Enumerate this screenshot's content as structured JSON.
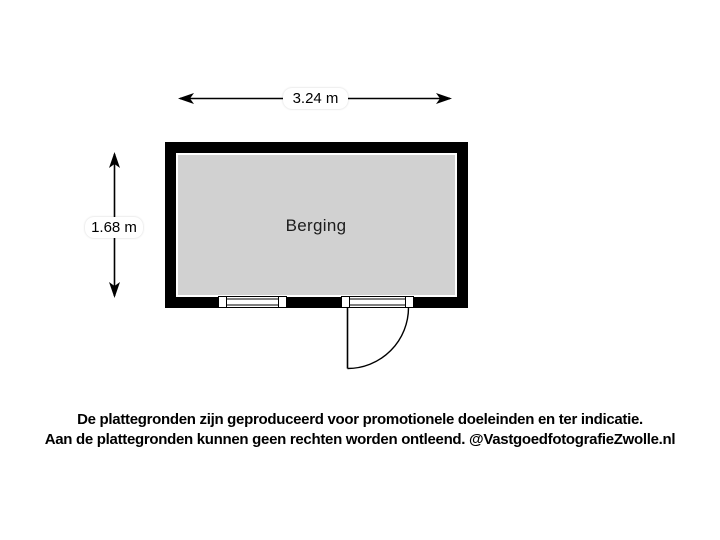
{
  "floorplan": {
    "room_name": "Berging",
    "width_label": "3.24 m",
    "height_label": "1.68 m",
    "colors": {
      "wall": "#000000",
      "inner_edge": "#ffffff",
      "floor": "#d1d1d1",
      "background": "#ffffff",
      "line": "#000000"
    }
  },
  "disclaimer": {
    "line1": "De plattegronden zijn geproduceerd voor promotionele doeleinden en ter indicatie.",
    "line2": "Aan de plattegronden kunnen geen rechten worden ontleend. @VastgoedfotografieZwolle.nl"
  }
}
